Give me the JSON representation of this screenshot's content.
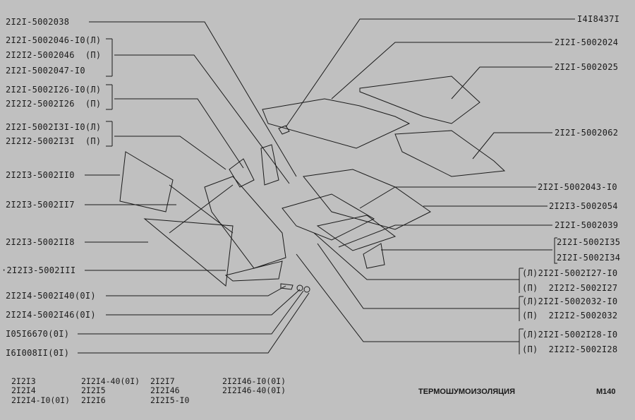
{
  "left_labels": [
    "2I2I-5002038",
    "2I2I-5002046-I0(Л)",
    "2I2I2-5002046  (П)",
    "2I2I-5002047-I0",
    "2I2I-5002I26-I0(Л)",
    "2I2I2-5002I26  (П)",
    "2I2I-5002I3I-I0(Л)",
    "2I2I2-5002I3I  (П)",
    "2I2I3-5002II0",
    "2I2I3-5002II7",
    "2I2I3-5002II8",
    "·2I2I3-5002III",
    "2I2I4-5002I40(0I)",
    "2I2I4-5002I46(0I)",
    "I05I6670(0I)",
    "I6I008II(0I)"
  ],
  "right_labels": [
    "I4I8437I",
    "2I2I-5002024",
    "2I2I-5002025",
    "2I2I-5002062",
    "2I2I-5002043-I0",
    "2I2I3-5002054",
    "2I2I-5002039",
    "2I2I-5002I35",
    "2I2I-5002I34",
    "(Л)2I2I-5002I27-I0",
    "(П)  2I2I2-5002I27",
    "(Л)2I2I-5002032-I0",
    "(П)  2I2I2-5002032",
    "(Л)2I2I-5002I28-I0",
    "(П)  2I2I2-5002I28"
  ],
  "models": {
    "col1": [
      "2I2I3",
      "2I2I4",
      "2I2I4-I0(0I)"
    ],
    "col2": [
      "2I2I4-40(0I)",
      "2I2I5",
      "2I2I6"
    ],
    "col3": [
      "2I2I7",
      "2I2I46",
      "2I2I5-I0"
    ],
    "col4": [
      "2I2I46-I0(0I)",
      "2I2I46-40(0I)"
    ]
  },
  "footer": {
    "title": "ТЕРМОШУМОИЗОЛЯЦИЯ",
    "code": "М140"
  }
}
